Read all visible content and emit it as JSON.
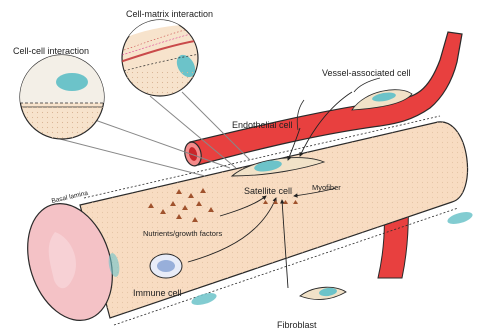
{
  "labels": {
    "cell_matrix": "Cell-matrix interaction",
    "cell_cell": "Cell-cell interaction",
    "vessel_associated": "Vessel-associated cell",
    "endothelial": "Endothelial cell",
    "basal_lamina": "Basal lamina",
    "satellite": "Satellite cell",
    "myofiber": "Myofiber",
    "nutrients": "Nutrients/growth factors",
    "immune": "Immune cell",
    "fibroblast": "Fibroblast"
  },
  "colors": {
    "fiber_fill": "#f8dcc2",
    "fiber_end": "#f4c2c6",
    "vessel": "#e8403f",
    "vessel_dark": "#b81f24",
    "cell_nucleus": "#6cc3c9",
    "cell_body": "#f1e2c8",
    "outline": "#2a2a2a",
    "inset_bg": "#f7e3cc",
    "nutrient": "#a0522d"
  }
}
